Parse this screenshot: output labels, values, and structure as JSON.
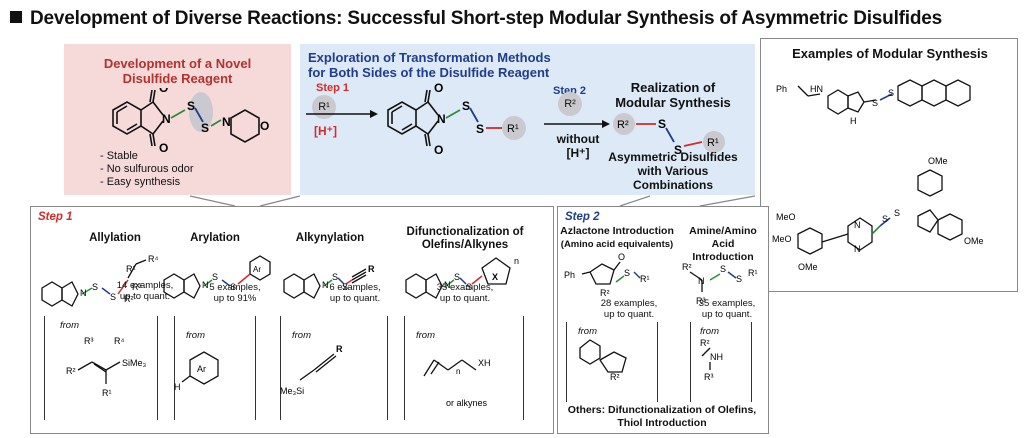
{
  "title": "Development of Diverse Reactions: Successful Short-step Modular Synthesis of Asymmetric Disulfides",
  "reagent_panel": {
    "heading": "Development of a Novel Disulfide Reagent",
    "heading_line1": "Development of a Novel",
    "heading_line2": "Disulfide Reagent",
    "features": [
      "- Stable",
      "- No sulfurous odor",
      "- Easy synthesis"
    ]
  },
  "transform_panel": {
    "heading_line1": "Exploration of Transformation Methods",
    "heading_line2": "for Both Sides of the Disulfide Reagent",
    "step1_label": "Step 1",
    "step1_reagent": "R¹",
    "step1_condition": "[H⁺]",
    "step2_label": "Step 2",
    "step2_reagent": "R²",
    "step2_condition_line1": "without",
    "step2_condition_line2": "[H⁺]",
    "realization_line1": "Realization of",
    "realization_line2": "Modular Synthesis",
    "product_line1": "Asymmetric Disulfides",
    "product_line2": "with Various",
    "product_line3": "Combinations"
  },
  "examples_panel": {
    "heading": "Examples of Modular Synthesis"
  },
  "step1_box": {
    "tag": "Step 1",
    "reactions": [
      {
        "name": "Allylation",
        "yield_line1": "14 examples,",
        "yield_line2": "up to quant."
      },
      {
        "name": "Arylation",
        "yield_line1": "5 examples,",
        "yield_line2": "up to 91%"
      },
      {
        "name": "Alkynylation",
        "yield_line1": "6 examples,",
        "yield_line2": "up to quant."
      },
      {
        "name_line1": "Difunctionalization of",
        "name_line2": "Olefins/Alkynes",
        "yield_line1": "35 examples,",
        "yield_line2": "up to quant.",
        "extra": "or alkynes"
      }
    ],
    "from_label": "from"
  },
  "step2_box": {
    "tag": "Step 2",
    "reactions": [
      {
        "name_line1": "Azlactone Introduction",
        "name_line2": "(Amino acid equivalents)",
        "yield_line1": "28 examples,",
        "yield_line2": "up to quant."
      },
      {
        "name_line1": "Amine/Amino Acid",
        "name_line2": "Introduction",
        "yield_line1": "35 examples,",
        "yield_line2": "up to quant."
      }
    ],
    "from_label": "from",
    "others_line1": "Others: Difunctionalization of Olefins,",
    "others_line2": "Thiol Introduction"
  },
  "labels": {
    "S": "S",
    "N": "N",
    "O": "O",
    "X": "X",
    "n": "n",
    "Ar": "Ar",
    "R": "R",
    "H": "H",
    "R1": "R¹",
    "R2": "R²",
    "R3": "R³",
    "R4": "R⁴",
    "SiMe3": "SiMe₃",
    "Me3Si": "Me₃Si",
    "XH": "XH",
    "NH": "NH",
    "Ph": "Ph",
    "OMe": "OMe",
    "MeO": "MeO",
    "HN": "HN"
  },
  "colors": {
    "red": "#d42a2a",
    "blue": "#1f3d8f",
    "green": "#2a8c3a",
    "pink_bg": "#f6dada",
    "blue_bg": "#dde9f6"
  }
}
